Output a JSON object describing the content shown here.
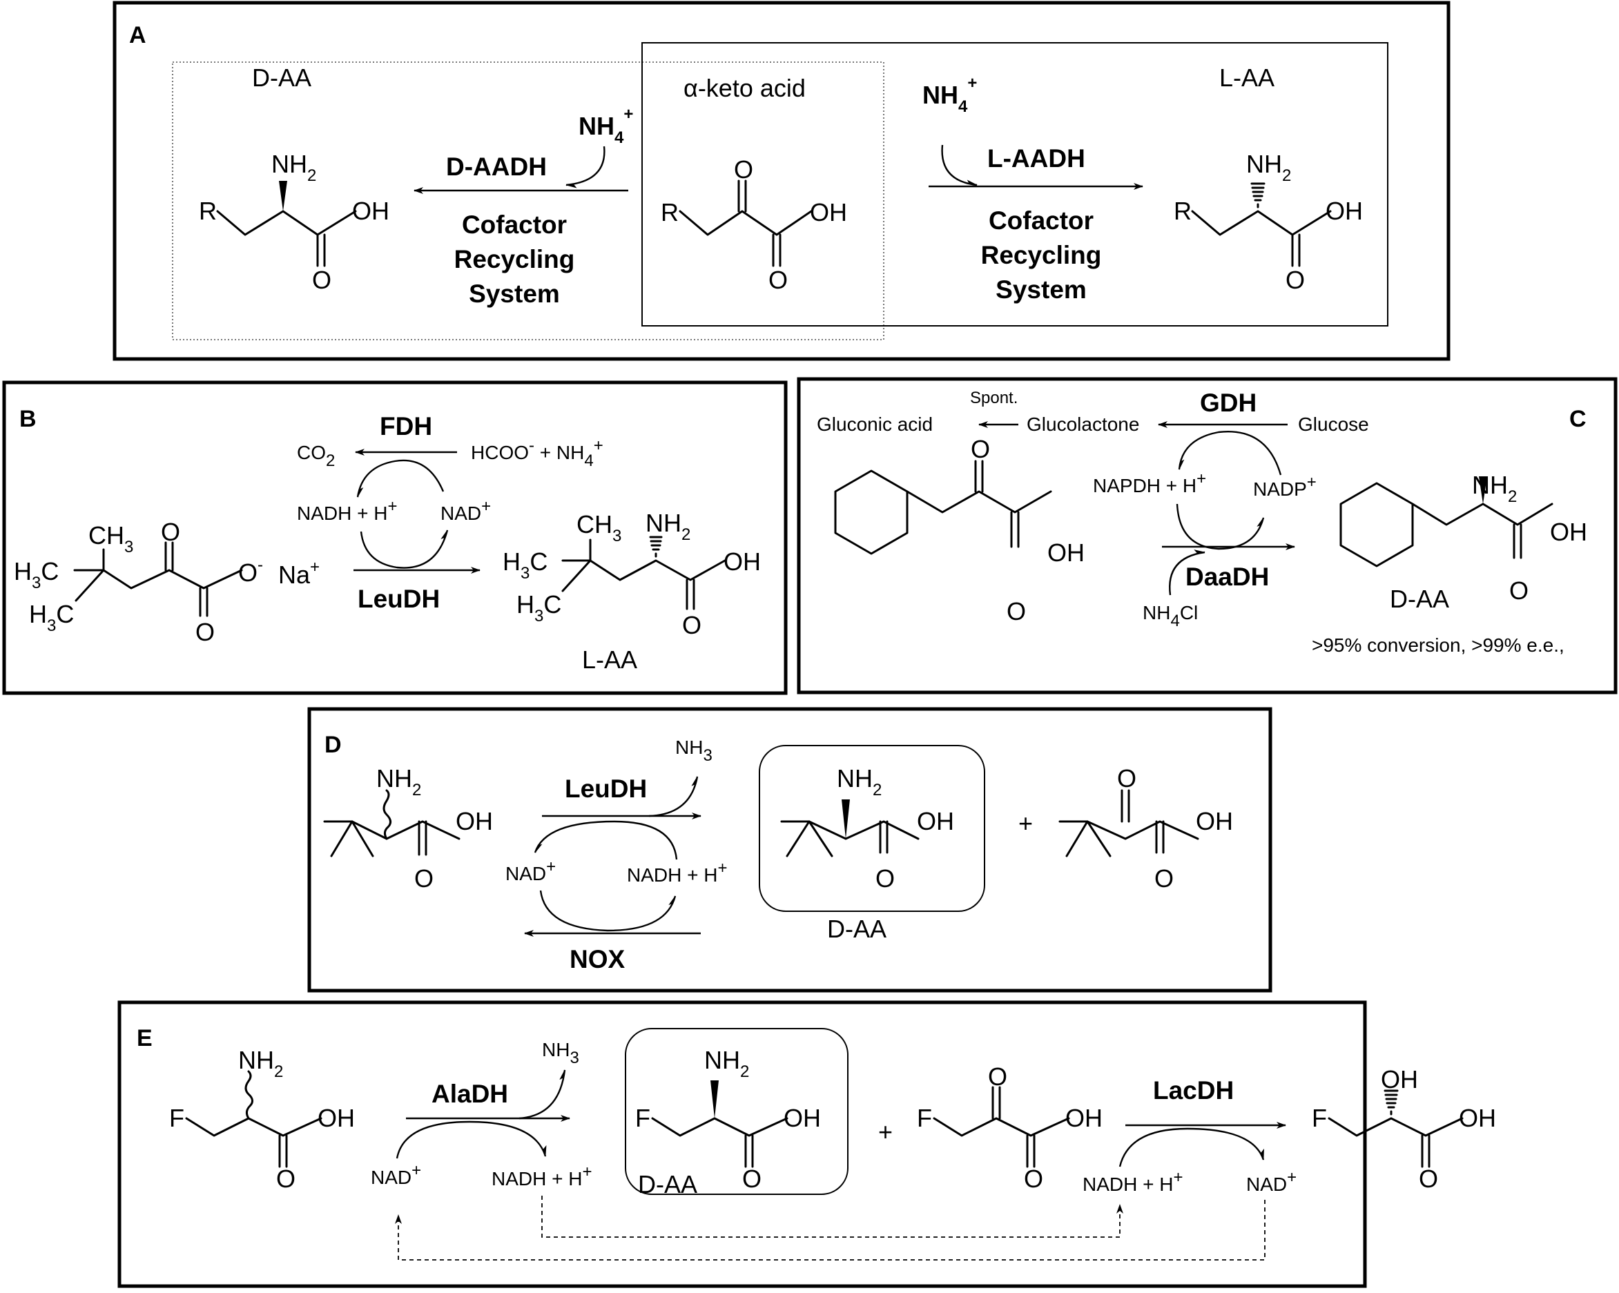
{
  "panel_A": {
    "letter": "A",
    "d_aa": "D-AA",
    "l_aa": "L-AA",
    "keto_acid": "α-keto acid",
    "nh4": "NH",
    "nh4_sub": "4",
    "nh4_sup": "+",
    "d_enzyme": "D-AADH",
    "l_enzyme": "L-AADH",
    "cofactor_lines": [
      "Cofactor",
      "Recycling",
      "System"
    ],
    "r": "R",
    "nh2": "NH",
    "nh2_sub": "2",
    "oh": "OH",
    "o": "O"
  },
  "panel_B": {
    "letter": "B",
    "enzyme_top": "FDH",
    "enzyme_bottom": "LeuDH",
    "co2": "CO",
    "co2_sub": "2",
    "formate": "HCOO",
    "formate_sup": "-",
    "plus_nh4": " + NH",
    "nh4_sub": "4",
    "nh4_sup": "+",
    "nadh": "NADH + H",
    "nadh_sup": "+",
    "nad": "NAD",
    "nad_sup": "+",
    "ch3": "CH",
    "h3c": "H",
    "c": "C",
    "three": "3",
    "o": "O",
    "o_minus": "-",
    "na": "Na",
    "na_sup": "+",
    "nh2": "NH",
    "nh2_sub": "2",
    "oh": "OH",
    "product": "L-AA"
  },
  "panel_C": {
    "letter": "C",
    "spont": "Spont.",
    "gdh": "GDH",
    "gluconic": "Gluconic acid",
    "glucolactone": "Glucolactone",
    "glucose": "Glucose",
    "napdh": "NAPDH + H",
    "napdh_sup": "+",
    "nadp": "NADP",
    "nadp_sup": "+",
    "enzyme": "DaaDH",
    "nh4cl": "NH",
    "nh4cl_sub": "4",
    "nh4cl_tail": "Cl",
    "nh2": "NH",
    "nh2_sub": "2",
    "oh": "OH",
    "o": "O",
    "product": "D-AA",
    "note": ">95% conversion, >99% e.e.,"
  },
  "panel_D": {
    "letter": "D",
    "enzyme_top": "LeuDH",
    "enzyme_bottom": "NOX",
    "nh3": "NH",
    "nh3_sub": "3",
    "nad": "NAD",
    "nad_sup": "+",
    "nadh": "NADH + H",
    "nadh_sup": "+",
    "nh2": "NH",
    "nh2_sub": "2",
    "oh": "OH",
    "o": "O",
    "plus": "+",
    "product": "D-AA"
  },
  "panel_E": {
    "letter": "E",
    "enzyme_1": "AlaDH",
    "enzyme_2": "LacDH",
    "nh3": "NH",
    "nh3_sub": "3",
    "nad": "NAD",
    "nad_sup": "+",
    "nadh": "NADH + H",
    "nadh_sup": "+",
    "f": "F",
    "nh2": "NH",
    "nh2_sub": "2",
    "oh": "OH",
    "o": "O",
    "plus": "+",
    "product": "D-AA"
  }
}
